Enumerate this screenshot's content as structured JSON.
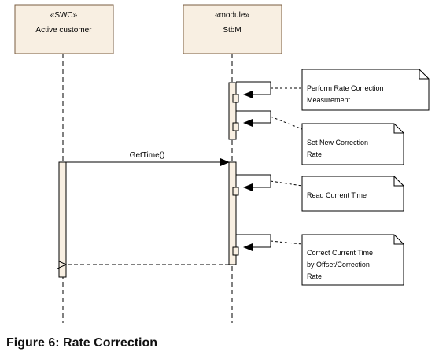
{
  "lifelines": [
    {
      "stereotype": "«SWC»",
      "name": "Active customer"
    },
    {
      "stereotype": "«module»",
      "name": "StbM"
    }
  ],
  "message": {
    "label": "GetTime()"
  },
  "notes": [
    {
      "lines": [
        "Perform Rate Correction",
        "Measurement"
      ]
    },
    {
      "lines": [
        "Set New Correction",
        "Rate"
      ]
    },
    {
      "lines": [
        "Read Current Time"
      ]
    },
    {
      "lines": [
        "Correct Current Time",
        "by Offset/Correction",
        "Rate"
      ]
    }
  ],
  "caption": "Figure 6: Rate Correction",
  "colors": {
    "box_fill": "#f8efe2",
    "box_stroke": "#7a5c40",
    "activation_fill": "#f8efe2",
    "note_fill": "#ffffff",
    "line": "#000000"
  }
}
